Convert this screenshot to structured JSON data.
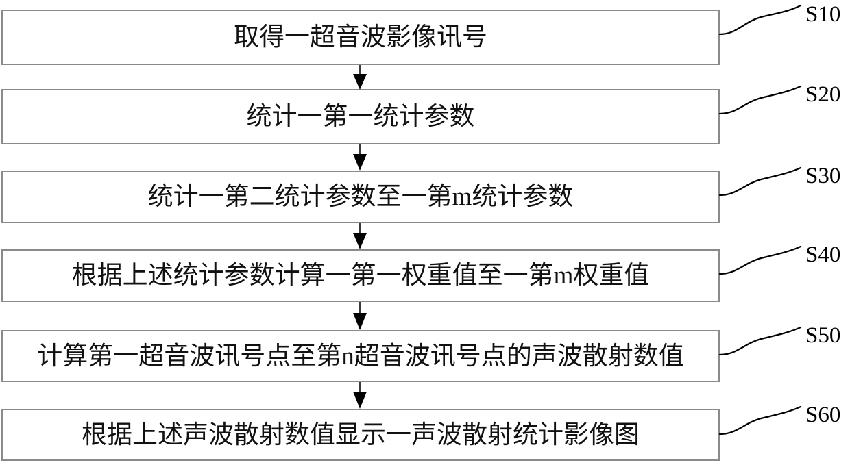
{
  "diagram": {
    "type": "flowchart",
    "orientation": "vertical",
    "title": "",
    "colors": {
      "box_border": "#8a8a8a",
      "box_fill": "#ffffff",
      "text": "#111111",
      "arrow": "#000000",
      "leader_line": "#000000",
      "background": "#ffffff"
    },
    "steps": [
      {
        "tag": "S10",
        "text": "取得一超音波影像讯号"
      },
      {
        "tag": "S20",
        "text": "统计一第一统计参数"
      },
      {
        "tag": "S30",
        "text": "统计一第二统计参数至一第m统计参数"
      },
      {
        "tag": "S40",
        "text": "根据上述统计参数计算一第一权重值至一第m权重值"
      },
      {
        "tag": "S50",
        "text": "计算第一超音波讯号点至第n超音波讯号点的声波散射数值"
      },
      {
        "tag": "S60",
        "text": "根据上述声波散射数值显示一声波散射统计影像图"
      }
    ],
    "connectors": [
      {
        "from": "S10",
        "to": "S20",
        "icon": "down-arrow"
      },
      {
        "from": "S20",
        "to": "S30",
        "icon": "down-arrow"
      },
      {
        "from": "S30",
        "to": "S40",
        "icon": "down-arrow"
      },
      {
        "from": "S40",
        "to": "S50",
        "icon": "down-arrow"
      },
      {
        "from": "S50",
        "to": "S60",
        "icon": "down-arrow"
      }
    ]
  }
}
